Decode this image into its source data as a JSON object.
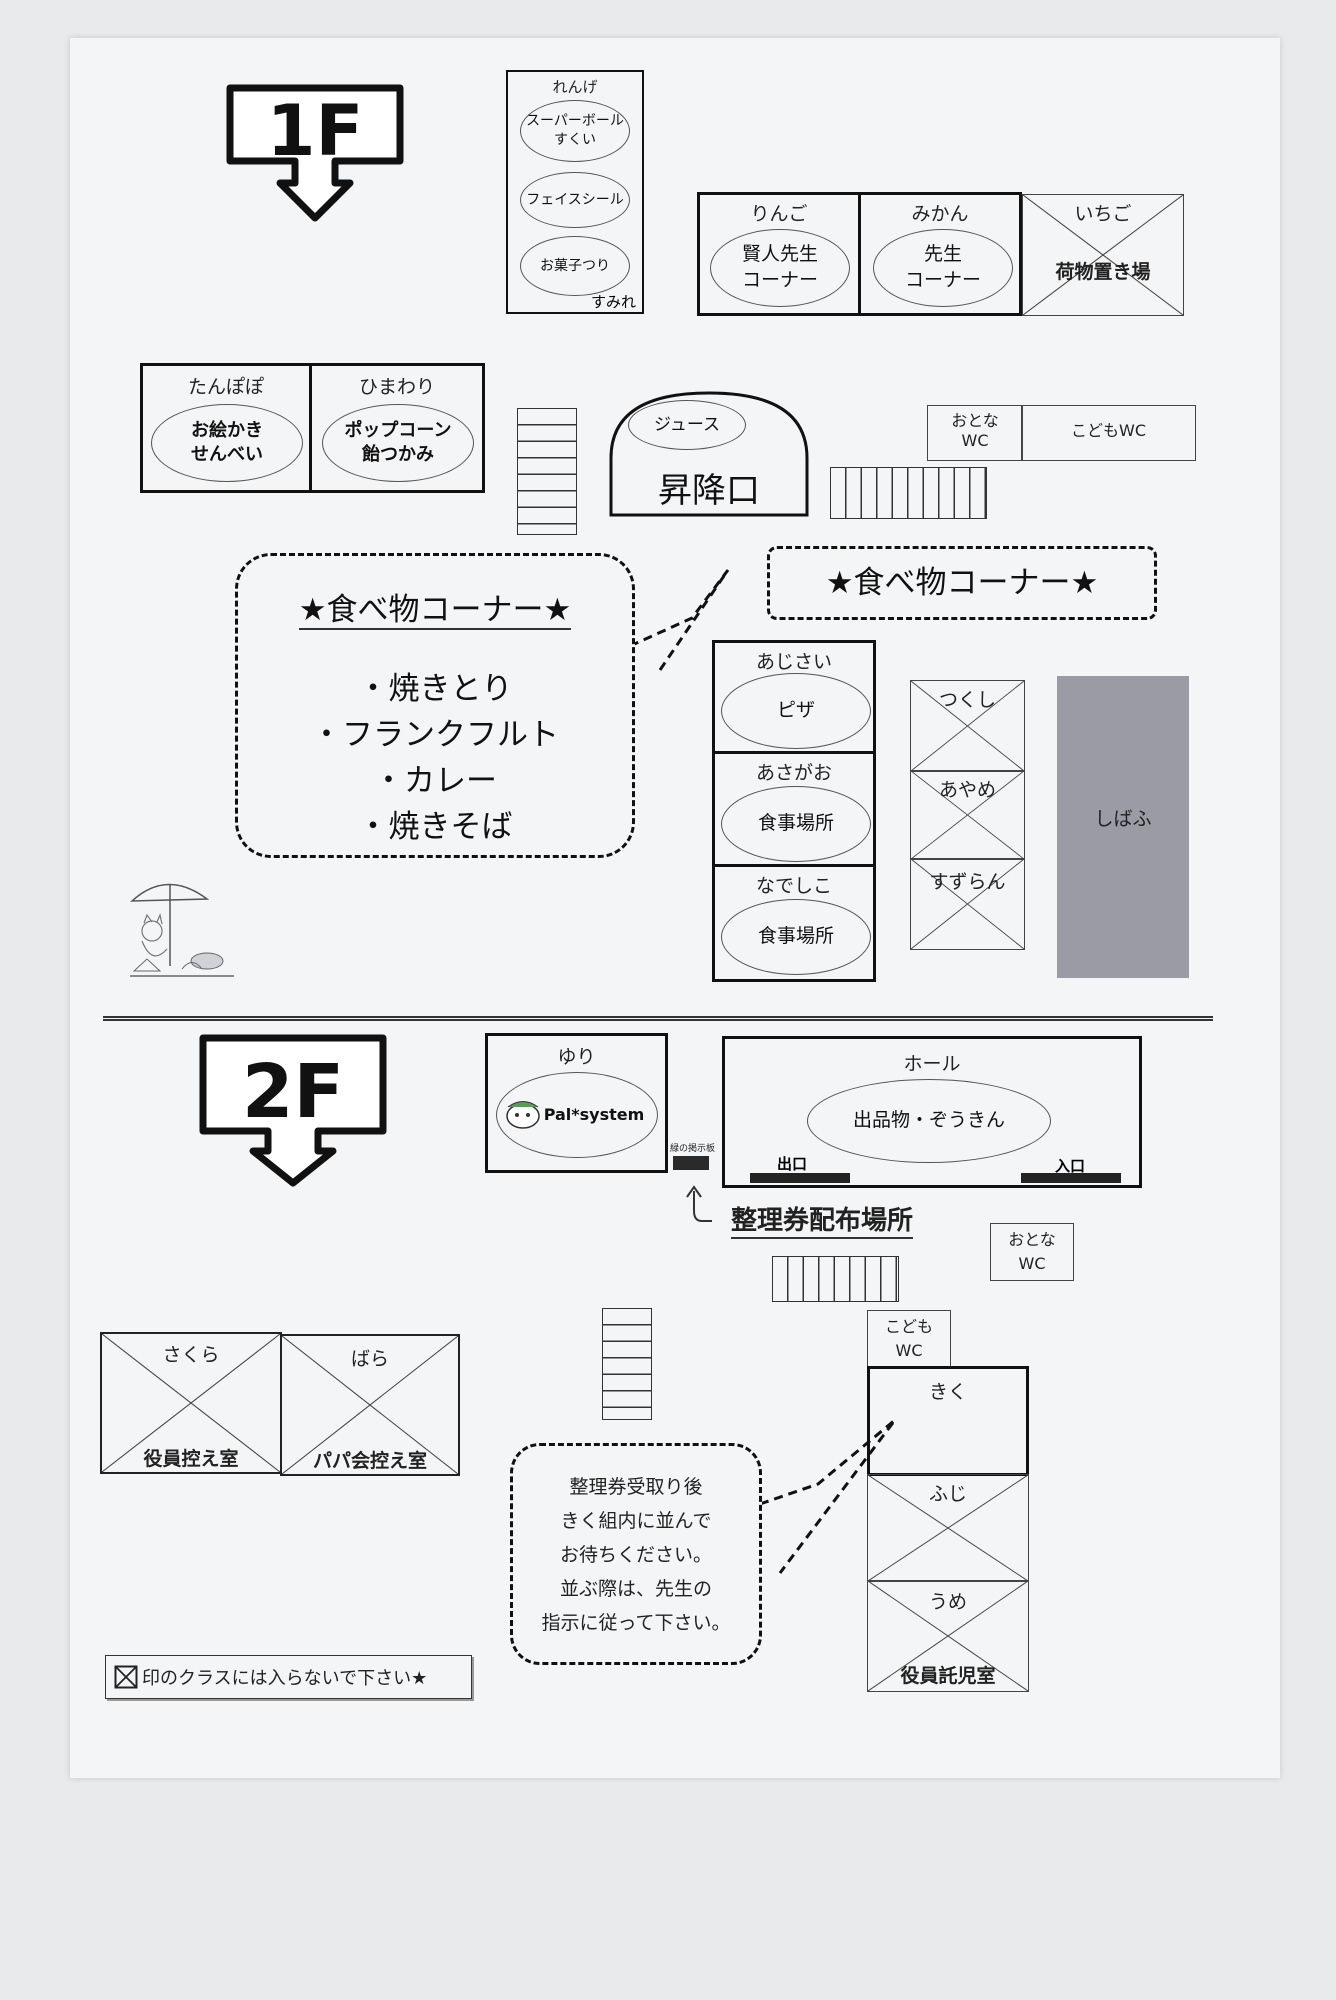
{
  "floor1": {
    "sign": "1F",
    "rooms": {
      "renge": {
        "name": "れんげ",
        "activities": [
          "スーパーボール",
          "すくい",
          "フェイスシール",
          "お菓子つり"
        ],
        "sub": "すみれ"
      },
      "ringo": {
        "name": "りんご",
        "activity": [
          "賢人先生",
          "コーナー"
        ]
      },
      "mikan": {
        "name": "みかん",
        "activity": [
          "先生",
          "コーナー"
        ]
      },
      "ichigo": {
        "name": "いちご",
        "activity": "荷物置き場"
      },
      "tanpopo": {
        "name": "たんぽぽ",
        "activity": [
          "お絵かき",
          "せんべい"
        ]
      },
      "himawari": {
        "name": "ひまわり",
        "activity": [
          "ポップコーン",
          "飴つかみ"
        ]
      },
      "juice": "ジュース",
      "entrance": "昇降口",
      "otona_wc": [
        "おとな",
        "WC"
      ],
      "kodomo_wc": "こどもWC",
      "ajisai": {
        "name": "あじさい",
        "activity": "ピザ"
      },
      "asagao": {
        "name": "あさがお",
        "activity": "食事場所"
      },
      "nadeshiko": {
        "name": "なでしこ",
        "activity": "食事場所"
      },
      "tsukushi": "つくし",
      "ayame": "あやめ",
      "suzuran": "すずらん",
      "shibafu": "しばふ"
    },
    "food_bubble": {
      "title": "★食べ物コーナー★",
      "items": [
        "・焼きとり",
        "・フランクフルト",
        "・カレー",
        "・焼きそば"
      ]
    },
    "food_banner": "★食べ物コーナー★"
  },
  "floor2": {
    "sign": "2F",
    "rooms": {
      "yuri": {
        "name": "ゆり",
        "activity": "Pal*system"
      },
      "board": "緑の掲示板",
      "hall": {
        "name": "ホール",
        "activity": "出品物・ぞうきん",
        "exit": "出口",
        "enter": "入口"
      },
      "ticket_place": "整理券配布場所",
      "otona_wc": [
        "おとな",
        "WC"
      ],
      "kodomo_wc": [
        "こども",
        "WC"
      ],
      "sakura": {
        "name": "さくら",
        "activity": "役員控え室"
      },
      "bara": {
        "name": "ばら",
        "activity": "パパ会控え室"
      },
      "kiku": "きく",
      "fuji": "ふじ",
      "ume": "うめ",
      "childcare": "役員託児室"
    },
    "note_lines": [
      "整理券受取り後",
      "きく組内に並んで",
      "お待ちください。",
      "並ぶ際は、先生の",
      "指示に従って下さい。"
    ],
    "legend": "印のクラスには入らないで下さい★"
  }
}
